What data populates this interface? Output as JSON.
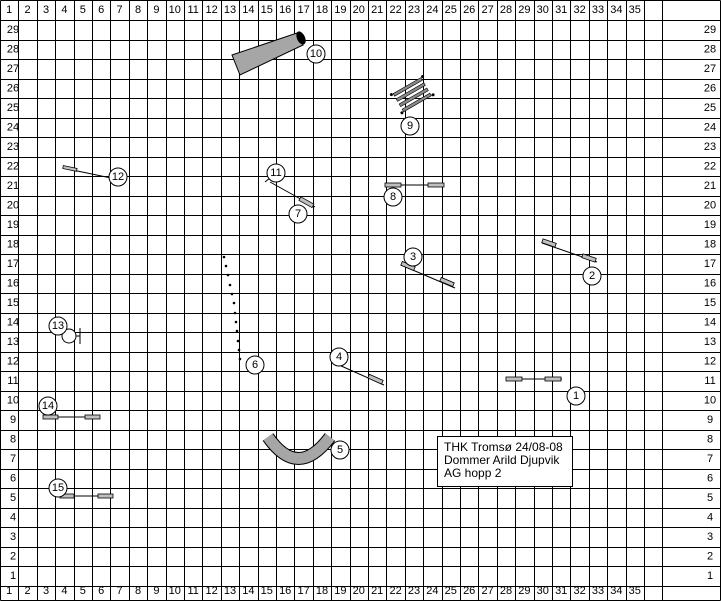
{
  "grid": {
    "columns": [
      "1",
      "2",
      "3",
      "4",
      "5",
      "6",
      "7",
      "8",
      "9",
      "10",
      "11",
      "12",
      "13",
      "14",
      "15",
      "16",
      "17",
      "18",
      "19",
      "20",
      "21",
      "22",
      "23",
      "24",
      "25",
      "26",
      "27",
      "28",
      "29",
      "30",
      "31",
      "32",
      "33",
      "34",
      "35"
    ],
    "rows": [
      "29",
      "28",
      "27",
      "26",
      "25",
      "24",
      "23",
      "22",
      "21",
      "20",
      "19",
      "18",
      "17",
      "16",
      "15",
      "14",
      "13",
      "12",
      "11",
      "10",
      "9",
      "8",
      "7",
      "6",
      "5",
      "4",
      "3",
      "2",
      "1"
    ]
  },
  "obstacles": [
    {
      "number": "1",
      "type": "jump"
    },
    {
      "number": "2",
      "type": "jump"
    },
    {
      "number": "3",
      "type": "jump"
    },
    {
      "number": "4",
      "type": "jump"
    },
    {
      "number": "5",
      "type": "tunnel"
    },
    {
      "number": "6",
      "type": "weave-poles"
    },
    {
      "number": "7",
      "type": "jump"
    },
    {
      "number": "8",
      "type": "jump"
    },
    {
      "number": "9",
      "type": "long-jump"
    },
    {
      "number": "10",
      "type": "collapsed-tunnel"
    },
    {
      "number": "11",
      "type": "jump"
    },
    {
      "number": "12",
      "type": "jump"
    },
    {
      "number": "13",
      "type": "tyre"
    },
    {
      "number": "14",
      "type": "jump"
    },
    {
      "number": "15",
      "type": "jump"
    }
  ],
  "info": {
    "line1": "THK  Tromsø 24/08-08",
    "line2": "Dommer Arild Djupvik",
    "line3": "AG hopp 2"
  },
  "colors": {
    "grid": "#000000",
    "tunnel": "#a6a6a6",
    "pole": "#bfbfbf"
  }
}
